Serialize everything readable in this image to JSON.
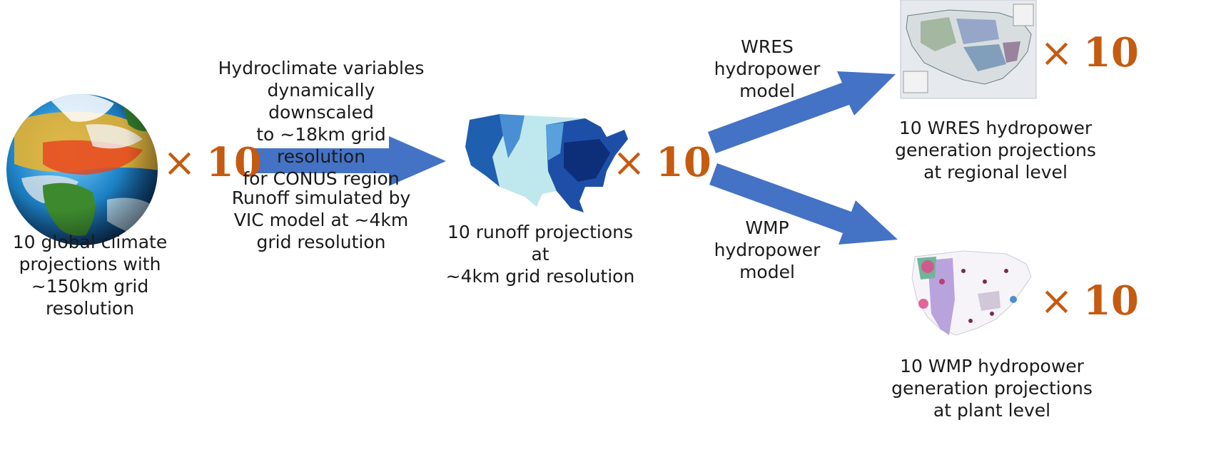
{
  "multiplier": {
    "symbol": "×",
    "count": "10"
  },
  "colors": {
    "arrow": "#4472c4",
    "multiplier": "#c55a11"
  },
  "stages": {
    "gcm": {
      "icon": "globe-icon",
      "caption": "10 global climate\nprojections with\n~150km grid resolution"
    },
    "runoff": {
      "icon": "us-runoff-map-icon",
      "caption": "10 runoff projections at\n~4km grid resolution"
    },
    "wres": {
      "icon": "us-wres-regional-map-icon",
      "caption": "10 WRES hydropower\ngeneration projections\nat regional level"
    },
    "wmp": {
      "icon": "us-wmp-plant-map-icon",
      "caption": "10 WMP hydropower\ngeneration projections\nat plant level"
    }
  },
  "arrows": {
    "downscale": {
      "top_label": "Hydroclimate variables\ndynamically downscaled\nto ~18km grid resolution\nfor CONUS region",
      "bottom_label": "Runoff simulated by\nVIC model at ~4km\ngrid resolution"
    },
    "wres": {
      "label": "WRES\nhydropower\nmodel"
    },
    "wmp": {
      "label": "WMP\nhydropower\nmodel"
    }
  }
}
